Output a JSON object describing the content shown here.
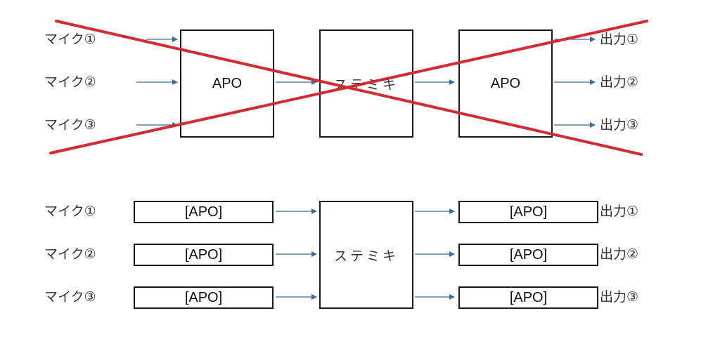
{
  "top_diagram": {
    "status": "rejected",
    "inputs": [
      "マイク①",
      "マイク②",
      "マイク③"
    ],
    "blocks": [
      "APO",
      "ステミキ",
      "APO"
    ],
    "outputs": [
      "出力①",
      "出力②",
      "出力③"
    ],
    "cross_color": "#d42a33"
  },
  "bottom_diagram": {
    "inputs": [
      "マイク①",
      "マイク②",
      "マイク③"
    ],
    "input_apos": [
      "[APO]",
      "[APO]",
      "[APO]"
    ],
    "mixer": "ステミキ",
    "output_apos": [
      "[APO]",
      "[APO]",
      "[APO]"
    ],
    "outputs": [
      "出力①",
      "出力②",
      "出力③"
    ]
  },
  "colors": {
    "arrow": "#3a6aa0",
    "box_border": "#1a1a1a"
  }
}
